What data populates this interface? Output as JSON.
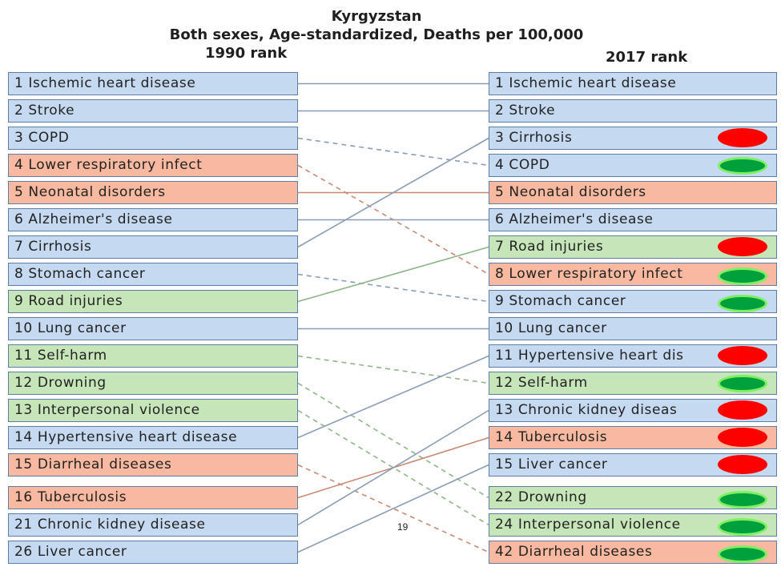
{
  "chart_data": {
    "type": "rank_comparison",
    "title": "Kyrgyzstan",
    "subtitle": "Both sexes, Age-standardized, Deaths per 100,000",
    "left_header": "1990 rank",
    "right_header": "2017 rank",
    "left": [
      {
        "label": "1 Ischemic heart disease",
        "group": "ncd",
        "to": 0
      },
      {
        "label": "2 Stroke",
        "group": "ncd",
        "to": 1
      },
      {
        "label": "3 COPD",
        "group": "ncd",
        "to": 3
      },
      {
        "label": "4 Lower respiratory infect",
        "group": "cmnn",
        "to": 7
      },
      {
        "label": "5 Neonatal disorders",
        "group": "cmnn",
        "to": 4
      },
      {
        "label": "6 Alzheimer's disease",
        "group": "ncd",
        "to": 5
      },
      {
        "label": "7 Cirrhosis",
        "group": "ncd",
        "to": 2
      },
      {
        "label": "8 Stomach cancer",
        "group": "ncd",
        "to": 8
      },
      {
        "label": "9 Road injuries",
        "group": "injury",
        "to": 6
      },
      {
        "label": "10 Lung cancer",
        "group": "ncd",
        "to": 9
      },
      {
        "label": "11 Self-harm",
        "group": "injury",
        "to": 11
      },
      {
        "label": "12 Drowning",
        "group": "injury",
        "to": 15
      },
      {
        "label": "13 Interpersonal violence",
        "group": "injury",
        "to": 16
      },
      {
        "label": "14 Hypertensive heart disease",
        "group": "ncd",
        "to": 10
      },
      {
        "label": "15 Diarrheal diseases",
        "group": "cmnn",
        "to": 17
      },
      {
        "label": "16 Tuberculosis",
        "group": "cmnn",
        "to": 13
      },
      {
        "label": "21 Chronic kidney disease",
        "group": "ncd",
        "to": 12
      },
      {
        "label": "26 Liver cancer",
        "group": "ncd",
        "to": 14
      }
    ],
    "right": [
      {
        "label": "1 Ischemic heart disease",
        "group": "ncd",
        "marker": ""
      },
      {
        "label": "2 Stroke",
        "group": "ncd",
        "marker": ""
      },
      {
        "label": "3 Cirrhosis",
        "group": "ncd",
        "marker": "up"
      },
      {
        "label": "4 COPD",
        "group": "ncd",
        "marker": "down"
      },
      {
        "label": "5 Neonatal disorders",
        "group": "cmnn",
        "marker": ""
      },
      {
        "label": "6 Alzheimer's disease",
        "group": "ncd",
        "marker": ""
      },
      {
        "label": "7 Road injuries",
        "group": "injury",
        "marker": "up"
      },
      {
        "label": "8 Lower respiratory infect",
        "group": "cmnn",
        "marker": "down"
      },
      {
        "label": "9 Stomach cancer",
        "group": "ncd",
        "marker": "down"
      },
      {
        "label": "10 Lung cancer",
        "group": "ncd",
        "marker": ""
      },
      {
        "label": "11 Hypertensive heart dis",
        "group": "ncd",
        "marker": "up"
      },
      {
        "label": "12 Self-harm",
        "group": "injury",
        "marker": "down"
      },
      {
        "label": "13 Chronic kidney diseas",
        "group": "ncd",
        "marker": "up"
      },
      {
        "label": "14 Tuberculosis",
        "group": "cmnn",
        "marker": "up"
      },
      {
        "label": "15 Liver cancer",
        "group": "ncd",
        "marker": "up"
      },
      {
        "label": "22 Drowning",
        "group": "injury",
        "marker": "down"
      },
      {
        "label": "24 Interpersonal violence",
        "group": "injury",
        "marker": "down"
      },
      {
        "label": "42 Diarrheal diseases",
        "group": "cmnn",
        "marker": "down"
      }
    ],
    "colors": {
      "ncd": "#c5d9f0",
      "cmnn": "#f8b9a0",
      "injury": "#c6e5b8",
      "rank_up_marker": "#ff0000",
      "rank_down_marker": "#00a03c"
    }
  },
  "page_number": "19"
}
